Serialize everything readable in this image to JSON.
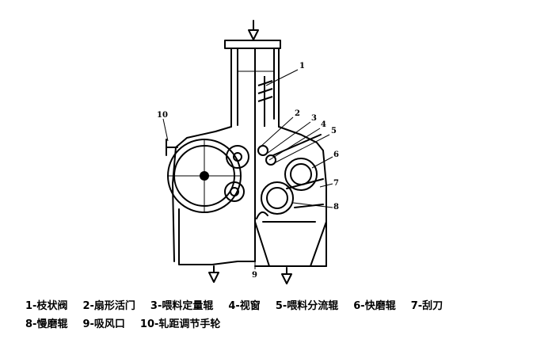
{
  "callouts": [
    "1",
    "2",
    "3",
    "4",
    "5",
    "6",
    "7",
    "8",
    "9",
    "10"
  ],
  "legend": {
    "row1": [
      "1-枝状阀",
      "2-扇形活门",
      "3-喂料定量辊",
      "4-视窗",
      "5-喂料分流辊",
      "6-快磨辊",
      "7-刮刀"
    ],
    "row2": [
      "8-慢磨辊",
      "9-吸风口",
      "10-轧距调节手轮"
    ]
  }
}
